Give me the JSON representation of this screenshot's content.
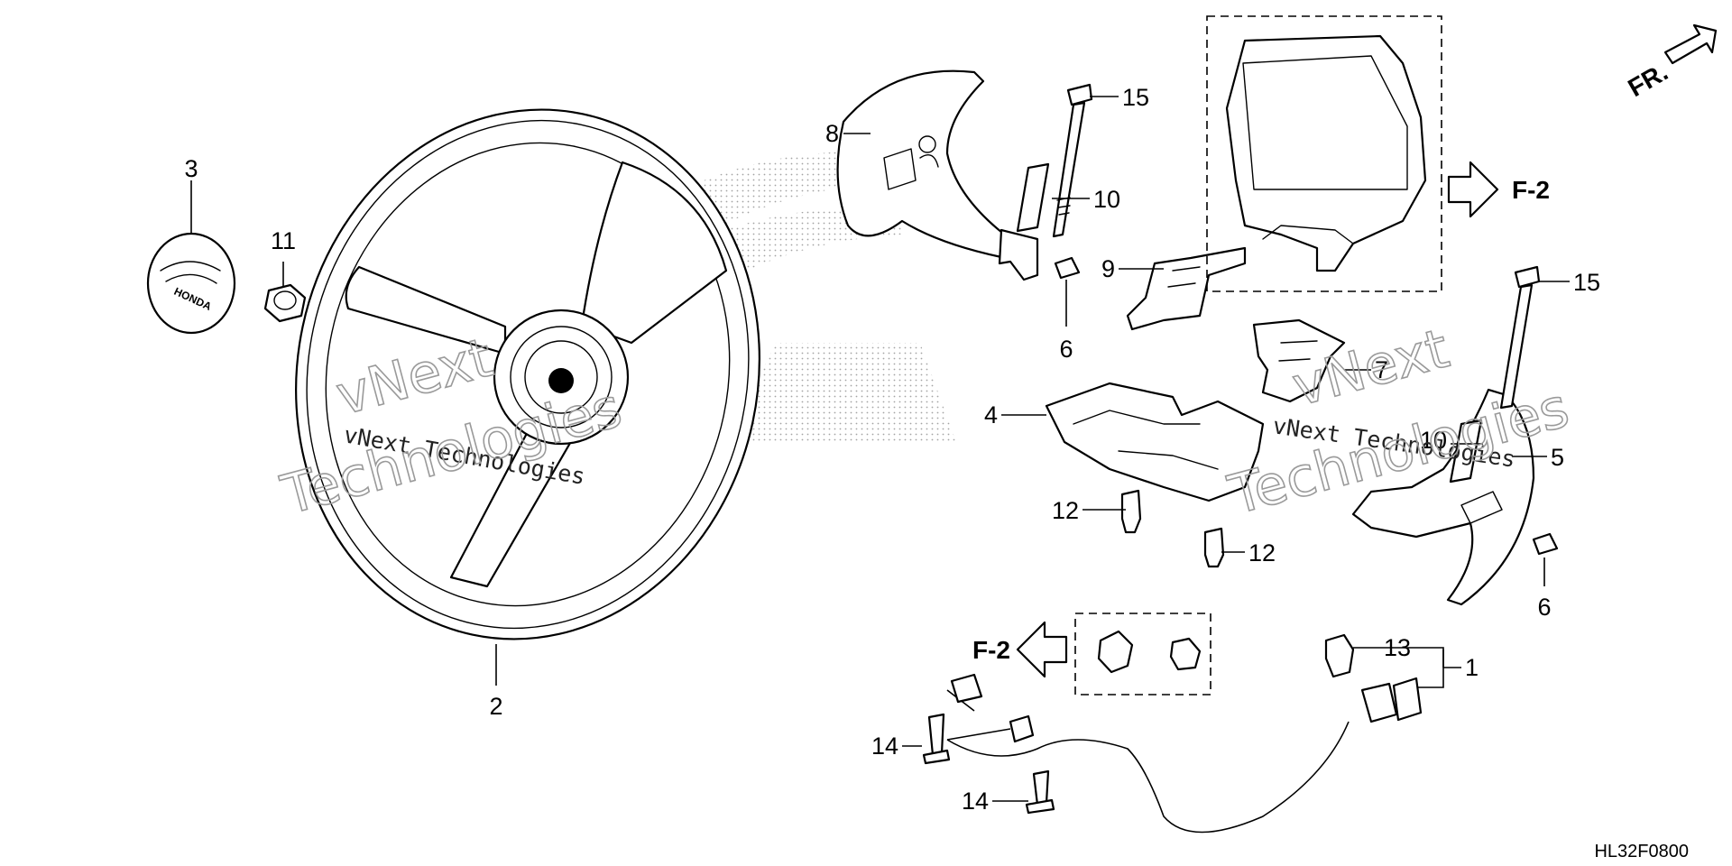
{
  "callouts": [
    {
      "id": "c1",
      "text": "1"
    },
    {
      "id": "c2",
      "text": "2"
    },
    {
      "id": "c3",
      "text": "3"
    },
    {
      "id": "c4",
      "text": "4"
    },
    {
      "id": "c5",
      "text": "5"
    },
    {
      "id": "c6a",
      "text": "6"
    },
    {
      "id": "c6b",
      "text": "6"
    },
    {
      "id": "c7",
      "text": "7"
    },
    {
      "id": "c8",
      "text": "8"
    },
    {
      "id": "c9",
      "text": "9"
    },
    {
      "id": "c10a",
      "text": "10"
    },
    {
      "id": "c10b",
      "text": "10"
    },
    {
      "id": "c11",
      "text": "11"
    },
    {
      "id": "c12a",
      "text": "12"
    },
    {
      "id": "c12b",
      "text": "12"
    },
    {
      "id": "c13",
      "text": "13"
    },
    {
      "id": "c14a",
      "text": "14"
    },
    {
      "id": "c14b",
      "text": "14"
    },
    {
      "id": "c15a",
      "text": "15"
    },
    {
      "id": "c15b",
      "text": "15"
    }
  ],
  "references": {
    "meter_ref": "F-2",
    "clip_ref": "F-2"
  },
  "direction": {
    "label": "FR."
  },
  "diagram_code": "HL32F0800",
  "emblem_text": "HONDA",
  "watermarks": {
    "primary": "vNext Technologies",
    "line1": "vNext",
    "line2": "Technologies"
  },
  "colors": {
    "line": "#000000",
    "watermark": "#9a9a9a",
    "background": "#ffffff"
  }
}
